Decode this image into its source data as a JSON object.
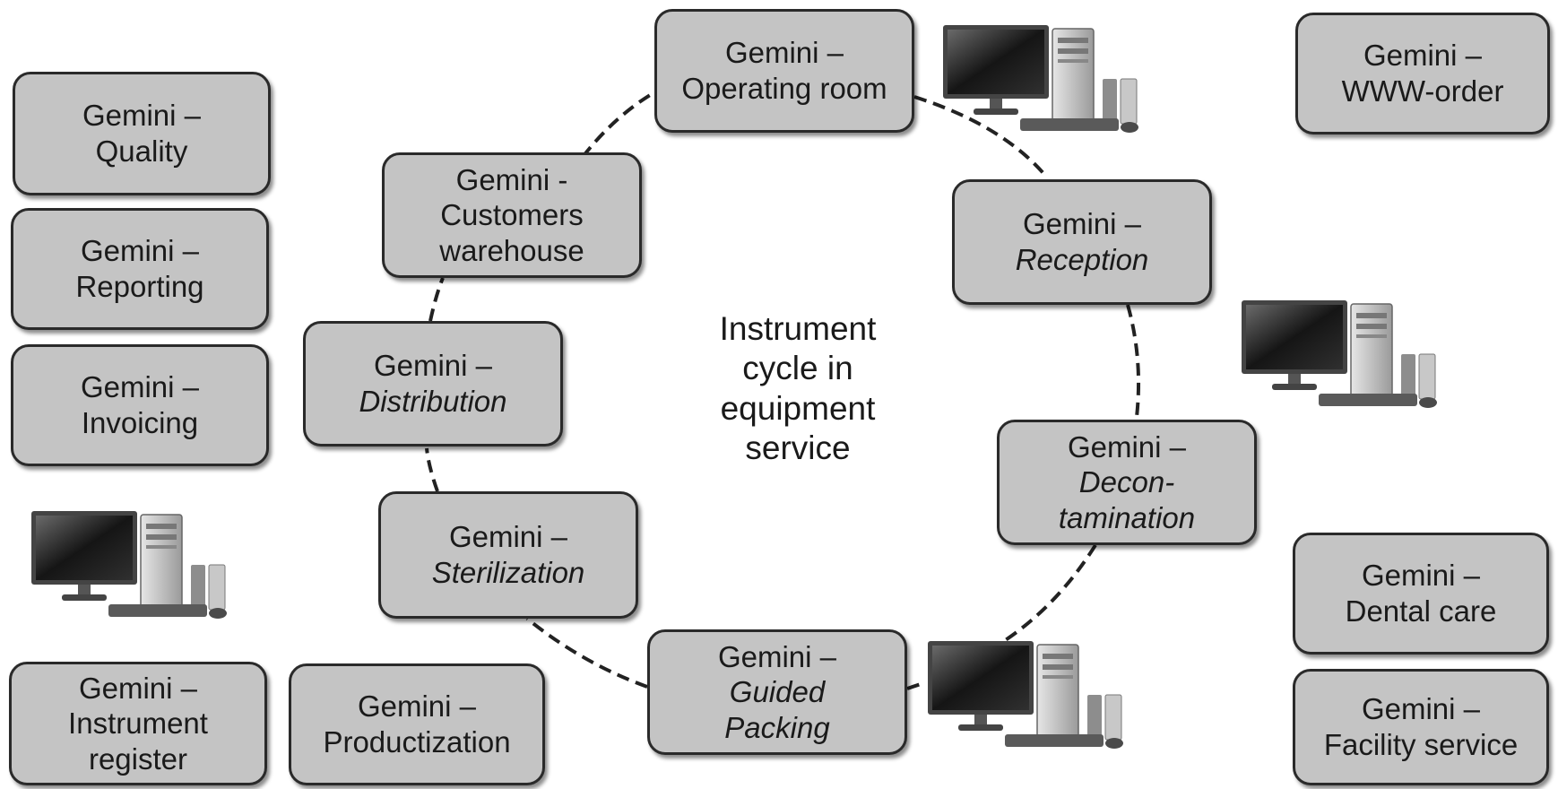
{
  "center_title": [
    "Instrument",
    "cycle in",
    "equipment",
    "service"
  ],
  "cycle_boxes": {
    "operating_room": {
      "line1": "Gemini –",
      "line2": "Operating room"
    },
    "reception": {
      "line1": "Gemini –",
      "line2": "Reception"
    },
    "decontamination": {
      "line1": "Gemini –",
      "line2": "Decon-",
      "line3": "tamination"
    },
    "guided_packing": {
      "line1": "Gemini –",
      "line2": "Guided",
      "line3": "Packing"
    },
    "sterilization": {
      "line1": "Gemini –",
      "line2": "Sterilization"
    },
    "distribution": {
      "line1": "Gemini –",
      "line2": "Distribution"
    },
    "customers_warehouse": {
      "line1": "Gemini -",
      "line2": "Customers",
      "line3": "warehouse"
    }
  },
  "module_boxes": {
    "quality": {
      "line1": "Gemini –",
      "line2": "Quality"
    },
    "reporting": {
      "line1": "Gemini –",
      "line2": "Reporting"
    },
    "invoicing": {
      "line1": "Gemini –",
      "line2": "Invoicing"
    },
    "instrument_register": {
      "line1": "Gemini –",
      "line2": "Instrument",
      "line3": "register"
    },
    "productization": {
      "line1": "Gemini –",
      "line2": "Productization"
    },
    "www_order": {
      "line1": "Gemini –",
      "line2": "WWW-order"
    },
    "dental_care": {
      "line1": "Gemini –",
      "line2": "Dental care"
    },
    "facility_service": {
      "line1": "Gemini –",
      "line2": "Facility service"
    }
  },
  "icons": [
    "desktop-computer-icon"
  ],
  "colors": {
    "box_fill": "#c4c4c4",
    "box_border": "#2a2a2a",
    "connector": "#222222"
  }
}
